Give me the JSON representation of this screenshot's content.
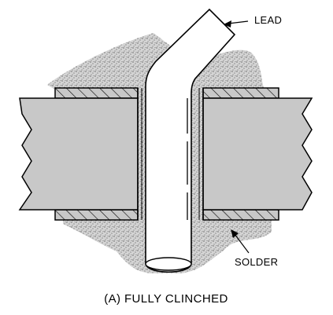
{
  "labels": {
    "lead": "LEAD",
    "solder": "SOLDER"
  },
  "caption": "(A) FULLY CLINCHED",
  "colors": {
    "board": "#c8c8c8",
    "pad": "#c8c8c8",
    "solder": "#b8b8b8",
    "lead": "#ffffff",
    "outline": "#000000"
  }
}
